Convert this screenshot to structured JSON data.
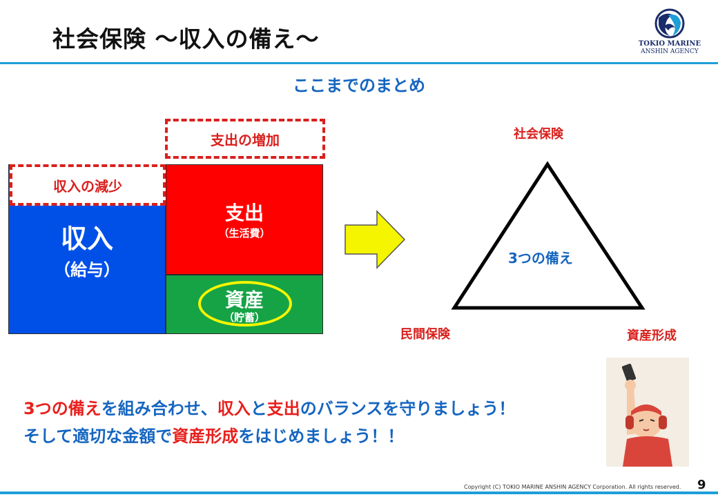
{
  "header": {
    "title": "社会保険 ～収入の備え～",
    "logo_line1": "TOKIO MARINE",
    "logo_line2": "ANSHIN AGENCY"
  },
  "subtitle": "ここまでのまとめ",
  "left_diagram": {
    "expense_increase": "支出の増加",
    "income_decrease": "収入の減少",
    "income_label": "収入",
    "income_note": "（給与）",
    "expense_label": "支出",
    "expense_note": "（生活費）",
    "asset_label": "資産",
    "asset_note": "（貯蓄）"
  },
  "triangle": {
    "top": "社会保険",
    "center": "3つの備え",
    "bottom_left": "民間保険",
    "bottom_right": "資産形成"
  },
  "message": {
    "line1": {
      "a": "3つの備え",
      "b": "を組み合わせ、",
      "c": "収入",
      "d": "と",
      "e": "支出",
      "f": "のバランスを守りましょう！"
    },
    "line2": {
      "a": "そして適切な金額で",
      "b": "資産形成",
      "c": "をはじめましょう！！"
    }
  },
  "footer": {
    "copyright": "Copyright (C) TOKIO MARINE ANSHIN AGENCY Corporation. All rights reserved.",
    "page": "9"
  },
  "colors": {
    "accent_blue": "#1e9fd8",
    "text_blue": "#1565c0",
    "red": "#d9201d",
    "income_blue": "#0050e8",
    "expense_red": "#ff0000",
    "asset_green": "#16a346",
    "highlight_yellow": "#f5f500"
  }
}
